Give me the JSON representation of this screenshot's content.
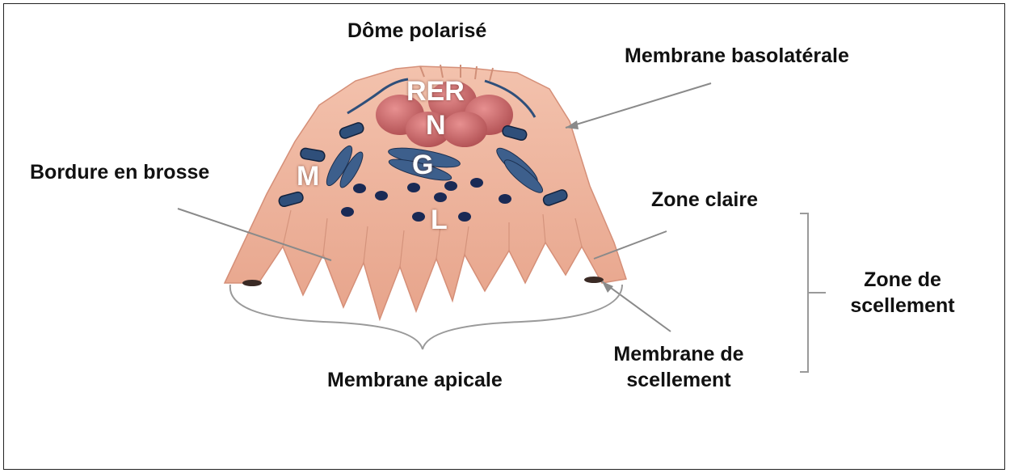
{
  "labels": {
    "dome": "Dôme polarisé",
    "basolateral": "Membrane basolatérale",
    "brush_border": "Bordure en brosse",
    "clear_zone": "Zone claire",
    "sealing_zone_line1": "Zone de",
    "sealing_zone_line2": "scellement",
    "sealing_membrane_line1": "Membrane de",
    "sealing_membrane_line2": "scellement",
    "apical": "Membrane apicale"
  },
  "organelles": {
    "rer": "RER",
    "nucleus": "N",
    "golgi": "G",
    "mitochondria": "M",
    "lysosomes": "L"
  },
  "colors": {
    "cell": "#f1b9a2",
    "cell_shadow": "#d99a82",
    "nucleus": "#c96a6a",
    "organelle": "#2f4f7a",
    "lysosome": "#1a2a55",
    "arrow": "#888888",
    "bracket": "#999999"
  }
}
